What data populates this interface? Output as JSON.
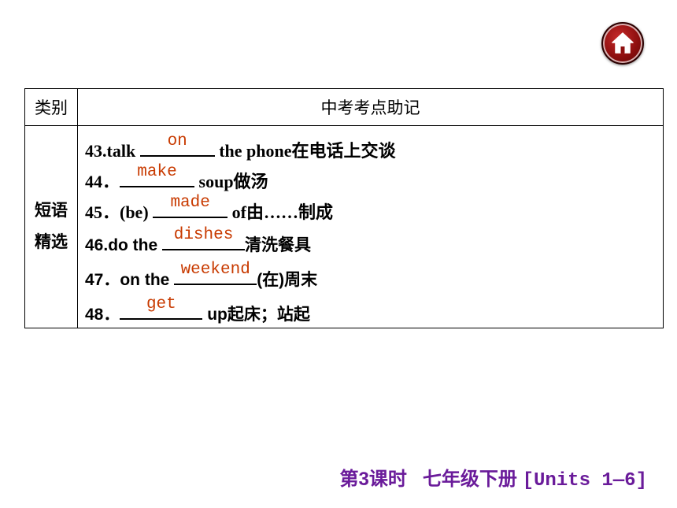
{
  "table": {
    "header": {
      "category": "类别",
      "content": "中考考点助记"
    },
    "category_line1": "短语",
    "category_line2": "精选",
    "items": [
      {
        "before": "43.talk ",
        "answer": "on",
        "after": " the phone在电话上交谈"
      },
      {
        "before": "44．",
        "answer": "make",
        "after": " soup做汤"
      },
      {
        "before": "45．(be) ",
        "answer": "made",
        "after": " of由……制成"
      },
      {
        "before": "46.do the ",
        "answer": "dishes",
        "after": "清洗餐具"
      },
      {
        "before": "47．on the ",
        "answer": "weekend",
        "after": "(在)周末"
      },
      {
        "before": "48．",
        "answer": "get",
        "after": " up起床；站起"
      }
    ]
  },
  "footer": {
    "lesson": "第3课时",
    "book": "七年级下册",
    "units": "[Units 1—6]"
  },
  "colors": {
    "answer": "#c83a00",
    "footer": "#6a1b9a",
    "home_button": "#9a1414"
  },
  "icons": {
    "home": "home-icon"
  }
}
